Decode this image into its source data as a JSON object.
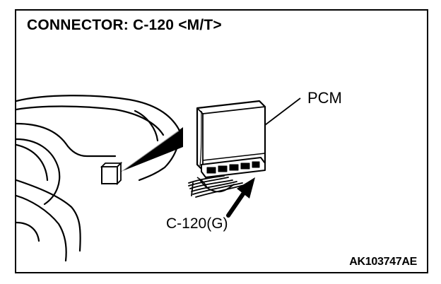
{
  "diagram": {
    "title": "CONNECTOR: C-120 <M/T>",
    "labels": {
      "pcm": "PCM",
      "connector": "C-120(G)",
      "code": "AK103747AE"
    },
    "colors": {
      "ink": "#000000",
      "paper": "#ffffff",
      "shade": "#777777"
    }
  }
}
